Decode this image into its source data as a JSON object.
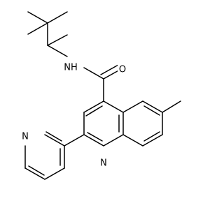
{
  "molecule": {
    "atom_labels": {
      "amide_nh": "NH",
      "carbonyl_o": "O",
      "quinoline_n": "N",
      "pyridine_n": "N"
    },
    "bond_color": "#000000",
    "background_color": "#ffffff"
  }
}
